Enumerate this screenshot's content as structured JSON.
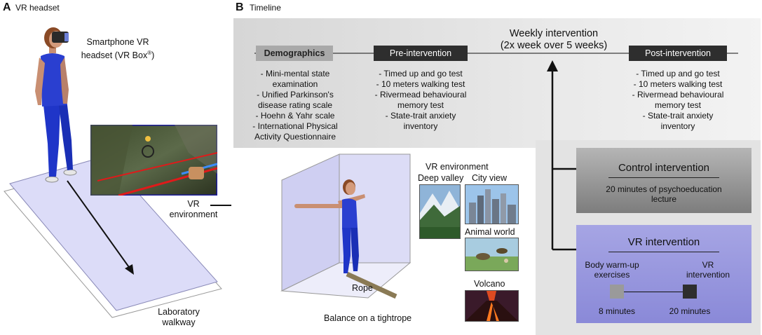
{
  "panel_a": {
    "letter": "A",
    "title": "VR headset",
    "headset_label_line1": "Smartphone VR",
    "headset_label_line2": "headset (VR Box",
    "headset_label_reg": "®",
    "headset_label_close": ")",
    "walkway_line1": "Laboratory",
    "walkway_line2": "walkway",
    "vr_env_line1": "VR",
    "vr_env_line2": "environment"
  },
  "panel_b": {
    "letter": "B",
    "title": "Timeline",
    "weekly_line1": "Weekly intervention",
    "weekly_line2": "(2x week over 5 weeks)",
    "stages": {
      "demographics": "Demographics",
      "pre": "Pre-intervention",
      "post": "Post-intervention"
    },
    "demographics_items": [
      "- Mini-mental state",
      "examination",
      "- Unified Parkinson's",
      "disease rating scale",
      "- Hoehn & Yahr scale",
      "- International Physical",
      "Activity Questionnaire"
    ],
    "pre_items": [
      "- Timed up and go test",
      "- 10 meters walking test",
      "- Rivermead behavioural",
      "memory test",
      "- State-trait anxiety",
      "inventory"
    ],
    "post_items": [
      "- Timed up and go test",
      "- 10 meters walking test",
      "- Rivermead behavioural",
      "memory test",
      "- State-trait anxiety",
      "inventory"
    ],
    "vr_environment": {
      "title": "VR environment",
      "deep_valley": "Deep valley",
      "city_view": "City view",
      "animal_world": "Animal world",
      "volcano": "Volcano",
      "rope": "Rope",
      "caption": "Balance on a tightrope"
    },
    "control": {
      "title": "Control intervention",
      "line1": "20 minutes of psychoeducation",
      "line2": "lecture"
    },
    "vr_intervention": {
      "title": "VR intervention",
      "warmup_line1": "Body warm-up",
      "warmup_line2": "exercises",
      "vr_line1": "VR",
      "vr_line2": "intervention",
      "warmup_time": "8 minutes",
      "vr_time": "20 minutes"
    }
  },
  "colors": {
    "dark_stage": "#2e2e2e",
    "demographics_stage": "#a9a9a9",
    "vr_box": "#9a99de",
    "control_box": "#9a9a9a",
    "walkway": "#d9d9f7",
    "figure_blue": "#1f35c8"
  }
}
